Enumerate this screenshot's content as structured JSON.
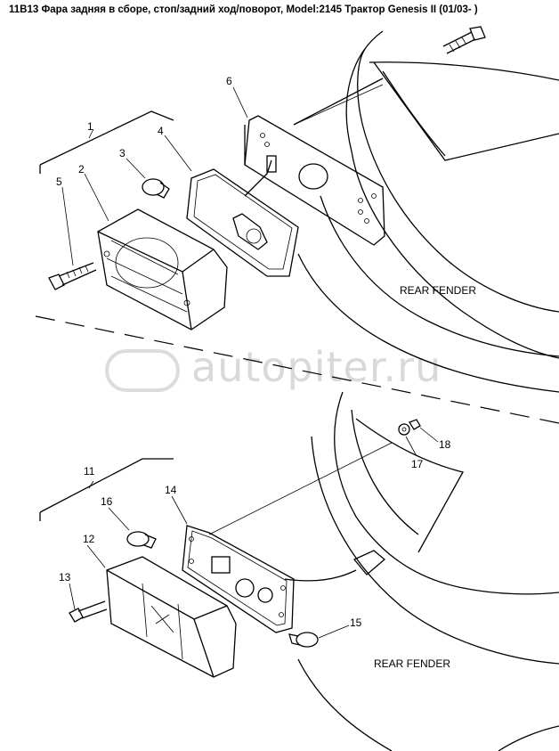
{
  "title": "11B13 Фара задняя в сборе, стоп/задний ход/поворот, Model:2145 Трактор Genesis II (01/03- )",
  "watermark": "autopiter.ru",
  "labels": {
    "rear_fender_top": "REAR FENDER",
    "rear_fender_bottom": "REAR FENDER"
  },
  "callouts": [
    "1",
    "2",
    "3",
    "4",
    "5",
    "6",
    "11",
    "12",
    "13",
    "14",
    "15",
    "16",
    "17",
    "18"
  ]
}
